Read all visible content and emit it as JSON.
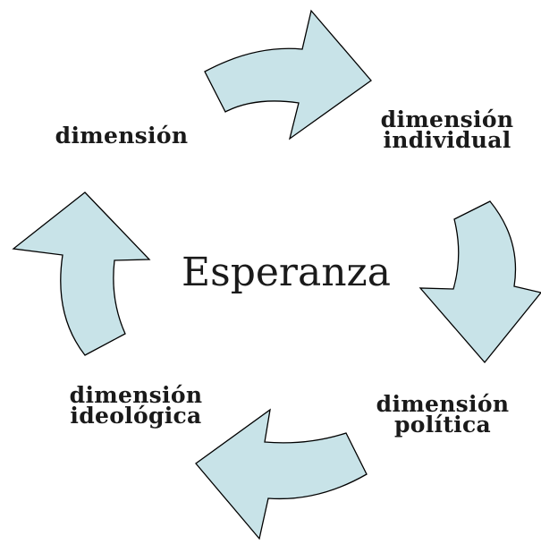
{
  "diagram": {
    "center_label": "Esperanza",
    "nodes": [
      {
        "id": "top-left",
        "lines": [
          "dimensión"
        ]
      },
      {
        "id": "top-right",
        "lines": [
          "dimensión",
          "individual"
        ]
      },
      {
        "id": "bottom-right",
        "lines": [
          "dimensión",
          "política"
        ]
      },
      {
        "id": "bottom-left",
        "lines": [
          "dimensión",
          "ideológica"
        ]
      }
    ],
    "colors": {
      "arrow_fill": "#c8e3e8",
      "arrow_stroke": "#000000",
      "text": "#1a1a1a",
      "background": "#ffffff"
    }
  }
}
